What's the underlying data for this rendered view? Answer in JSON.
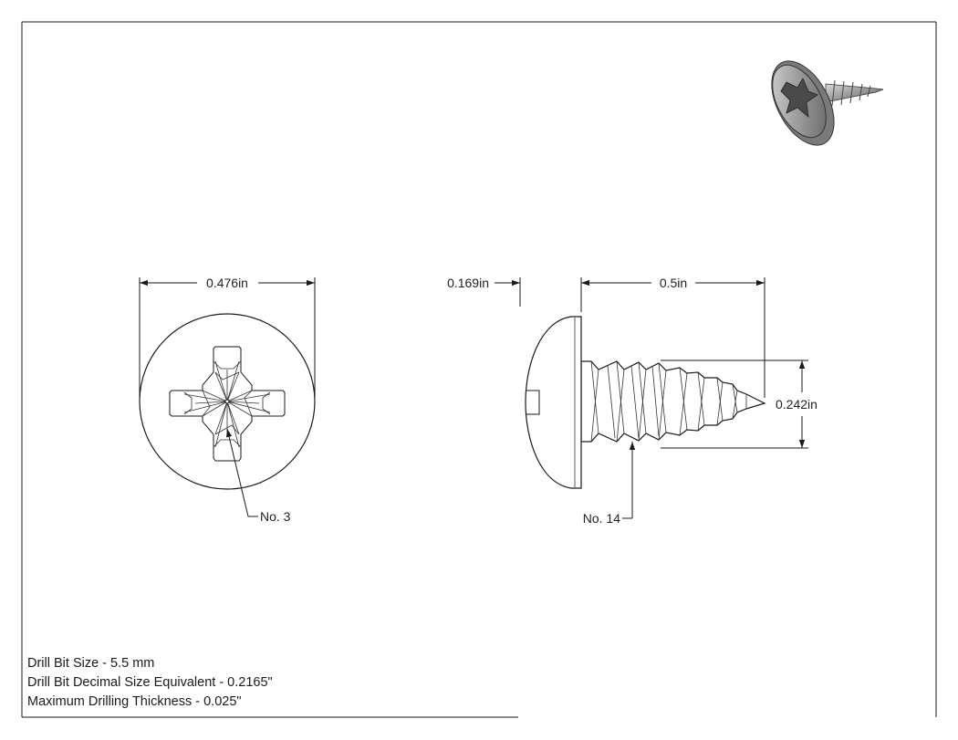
{
  "dimensions": {
    "head_diameter": "0.476in",
    "head_height": "0.169in",
    "length": "0.5in",
    "thread_diameter": "0.242in"
  },
  "callouts": {
    "drive_size": "No. 3",
    "screw_size": "No. 14"
  },
  "notes": [
    "Drill Bit Size - 5.5 mm",
    "Drill Bit Decimal Size Equivalent - 0.2165\"",
    "Maximum Drilling Thickness - 0.025\""
  ],
  "icons": {
    "preview": "phillips-pan-head-screw-3d-icon"
  },
  "colors": {
    "line": "#1a1a1a",
    "metal": "#9a9a9a"
  }
}
